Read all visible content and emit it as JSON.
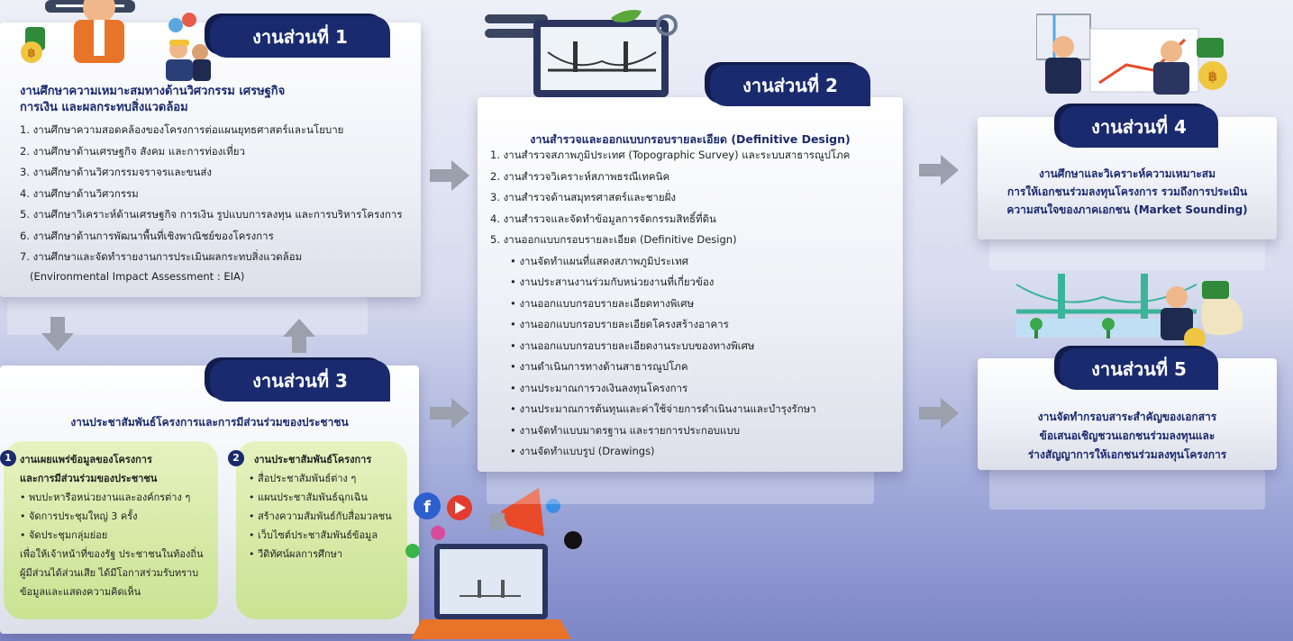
{
  "part1": {
    "tab": "งานส่วนที่ 1",
    "title_line1": "งานศึกษาความเหมาะสมทางด้านวิศวกรรม เศรษฐกิจ",
    "title_line2": "การเงิน และผลกระทบสิ่งแวดล้อม",
    "items": [
      "1. งานศึกษาความสอดคล้องของโครงการต่อแผนยุทธศาสตร์และนโยบาย",
      "2. งานศึกษาด้านเศรษฐกิจ สังคม และการท่องเที่ยว",
      "3. งานศึกษาด้านวิศวกรรมจราจรและขนส่ง",
      "4. งานศึกษาด้านวิศวกรรม",
      "5. งานศึกษาวิเคราะห์ด้านเศรษฐกิจ การเงิน รูปแบบการลงทุน และการบริหารโครงการ",
      "6. งานศึกษาด้านการพัฒนาพื้นที่เชิงพาณิชย์ของโครงการ",
      "7. งานศึกษาและจัดทำรายงานการประเมินผลกระทบสิ่งแวดล้อม",
      "   (Environmental Impact Assessment : EIA)"
    ]
  },
  "part2": {
    "tab": "งานส่วนที่ 2",
    "title": "งานสำรวจและออกแบบกรอบรายละเอียด (Definitive Design)",
    "items": [
      "1. งานสำรวจสภาพภูมิประเทศ (Topographic Survey) และระบบสาธารณูปโภค",
      "2. งานสำรวจวิเคราะห์สภาพธรณีเทคนิค",
      "3. งานสำรวจด้านสมุทรศาสตร์และชายฝั่ง",
      "4. งานสำรวจและจัดทำข้อมูลการจัดกรรมสิทธิ์ที่ดิน",
      "5. งานออกแบบกรอบรายละเอียด (Definitive Design)"
    ],
    "subitems": [
      "• งานจัดทำแผนที่แสดงสภาพภูมิประเทศ",
      "• งานประสานงานร่วมกับหน่วยงานที่เกี่ยวข้อง",
      "• งานออกแบบกรอบรายละเอียดทางพิเศษ",
      "• งานออกแบบกรอบรายละเอียดโครงสร้างอาคาร",
      "• งานออกแบบกรอบรายละเอียดงานระบบของทางพิเศษ",
      "• งานดำเนินการทางด้านสาธารณูปโภค",
      "• งานประมาณการวงเงินลงทุนโครงการ",
      "• งานประมาณการต้นทุนและค่าใช้จ่ายการดำเนินงานและบำรุงรักษา",
      "• งานจัดทำแบบมาตรฐาน และรายการประกอบแบบ",
      "• งานจัดทำแบบรูป (Drawings)"
    ]
  },
  "part3": {
    "tab": "งานส่วนที่ 3",
    "title": "งานประชาสัมพันธ์โครงการและการมีส่วนร่วมของประชาชน",
    "box1": {
      "num": "1",
      "head1": "งานเผยแพร่ข้อมูลของโครงการ",
      "head2": "และการมีส่วนร่วมของประชาชน",
      "items": [
        "• พบปะหารือหน่วยงานและองค์กรต่าง ๆ",
        "• จัดการประชุมใหญ่ 3 ครั้ง",
        "• จัดประชุมกลุ่มย่อย",
        "เพื่อให้เจ้าหน้าที่ของรัฐ ประชาชนในท้องถิ่น",
        "ผู้มีส่วนได้ส่วนเสีย ได้มีโอกาสร่วมรับทราบ",
        "ข้อมูลและแสดงความคิดเห็น"
      ]
    },
    "box2": {
      "num": "2",
      "head": "งานประชาสัมพันธ์โครงการ",
      "items": [
        "• สื่อประชาสัมพันธ์ต่าง ๆ",
        "• แผนประชาสัมพันธ์ฉุกเฉิน",
        "• สร้างความสัมพันธ์กับสื่อมวลชน",
        "• เว็บไซต์ประชาสัมพันธ์ข้อมูล",
        "• วีดิทัศน์ผลการศึกษา"
      ]
    }
  },
  "part4": {
    "tab": "งานส่วนที่ 4",
    "lines": [
      "งานศึกษาและวิเคราะห์ความเหมาะสม",
      "การให้เอกชนร่วมลงทุนโครงการ รวมถึงการประเมิน",
      "ความสนใจของภาคเอกชน (Market Sounding)"
    ]
  },
  "part5": {
    "tab": "งานส่วนที่ 5",
    "lines": [
      "งานจัดทำกรอบสาระสำคัญของเอกสาร",
      "ข้อเสนอเชิญชวนเอกชนร่วมลงทุนและ",
      "ร่างสัญญาการให้เอกชนร่วมลงทุนโครงการ"
    ]
  },
  "colors": {
    "navy": "#1a2a6e",
    "arrow": "#9aa0ac",
    "bubble": "#d2e8a2"
  },
  "icons": [
    "arrow-right-icon",
    "arrow-down-icon",
    "arrow-up-icon",
    "bridge-icon",
    "money-bag-icon",
    "facebook-icon",
    "youtube-icon",
    "twitter-icon",
    "instagram-icon",
    "tiktok-icon",
    "whatsapp-icon",
    "megaphone-icon",
    "laptop-icon",
    "gear-icon"
  ]
}
